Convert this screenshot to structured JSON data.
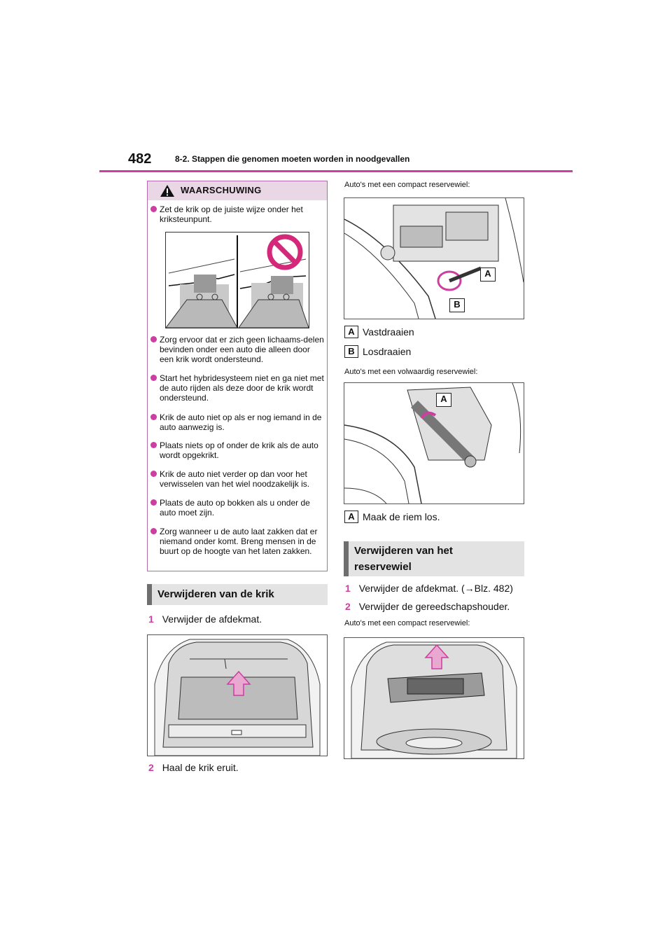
{
  "header": {
    "page_number": "482",
    "section_title": "8-2. Stappen die genomen moeten worden in noodgevallen"
  },
  "warning": {
    "title": "WAARSCHUWING",
    "items": [
      "Zet de krik op de juiste wijze onder het kriksteunpunt.",
      "Zorg ervoor dat er zich geen lichaams-delen bevinden onder een auto die alleen door een krik wordt ondersteund.",
      "Start het hybridesysteem niet en ga niet met de auto rijden als deze door de krik wordt ondersteund.",
      "Krik de auto niet op als er nog iemand in de auto aanwezig is.",
      "Plaats niets op of onder de krik als de auto wordt opgekrikt.",
      "Krik de auto niet verder op dan voor het verwisselen van het wiel noodzakelijk is.",
      "Plaats de auto op bokken als u onder de auto moet zijn.",
      "Zorg wanneer u de auto laat zakken dat er niemand onder komt. Breng mensen in de buurt op de hoogte van het laten zakken."
    ]
  },
  "left_section": {
    "heading": "Verwijderen van de krik",
    "step1_num": "1",
    "step1_text": "Verwijder de afdekmat.",
    "step2_num": "2",
    "step2_text": "Haal de krik eruit."
  },
  "right_column": {
    "caption_compact": "Auto's met een compact reservewiel:",
    "label_a": "A",
    "label_b": "B",
    "legend_a": "Vastdraaien",
    "legend_b": "Losdraaien",
    "caption_full": "Auto's met een volwaardig reservewiel:",
    "legend_a2": "Maak de riem los.",
    "heading": "Verwijderen van het reservewiel",
    "heading_line1": "Verwijderen van het",
    "heading_line2": "reservewiel",
    "step1_num": "1",
    "step1_text": "Verwijder de afdekmat. (→Blz. 482)",
    "step2_num": "2",
    "step2_text": "Verwijder de gereedschapshouder.",
    "caption_compact2": "Auto's met een compact reservewiel:"
  },
  "colors": {
    "accent": "#cc3ea0",
    "warning_fill": "#ead7e6",
    "heading_fill": "#e3e3e3"
  },
  "icons": [
    "warning-triangle-icon",
    "prohibition-icon",
    "up-arrow-icon",
    "rotation-arrow-icon"
  ]
}
